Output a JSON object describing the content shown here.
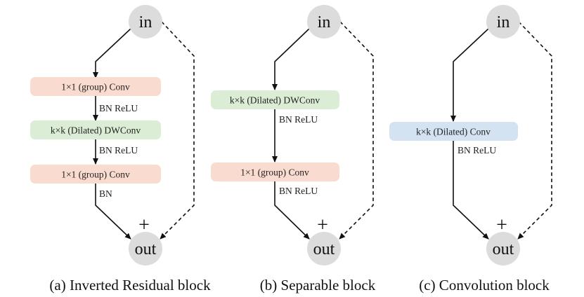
{
  "colors": {
    "conv_pointwise": "#FADBCF",
    "conv_depthwise": "#DCEDD6",
    "conv_standard": "#D4E3F2",
    "node_circle": "#DCDCDC",
    "line": "#111111"
  },
  "nodes": {
    "input_label": "in",
    "output_label": "out",
    "sum_symbol": "+"
  },
  "panels": [
    {
      "caption": "(a) Inverted Residual block",
      "layers": [
        {
          "label": "1×1 (group) Conv",
          "kind": "pointwise"
        },
        {
          "label": "k×k (Dilated) DWConv",
          "kind": "depthwise"
        },
        {
          "label": "1×1 (group) Conv",
          "kind": "pointwise"
        }
      ],
      "post_ops": [
        "BN ReLU",
        "BN ReLU",
        "BN"
      ]
    },
    {
      "caption": "(b) Separable block",
      "layers": [
        {
          "label": "k×k (Dilated) DWConv",
          "kind": "depthwise"
        },
        {
          "label": "1×1 (group) Conv",
          "kind": "pointwise"
        }
      ],
      "post_ops": [
        "BN ReLU",
        "BN ReLU"
      ]
    },
    {
      "caption": "(c) Convolution block",
      "layers": [
        {
          "label": "k×k (Dilated) Conv",
          "kind": "standard"
        }
      ],
      "post_ops": [
        "BN ReLU"
      ]
    }
  ]
}
